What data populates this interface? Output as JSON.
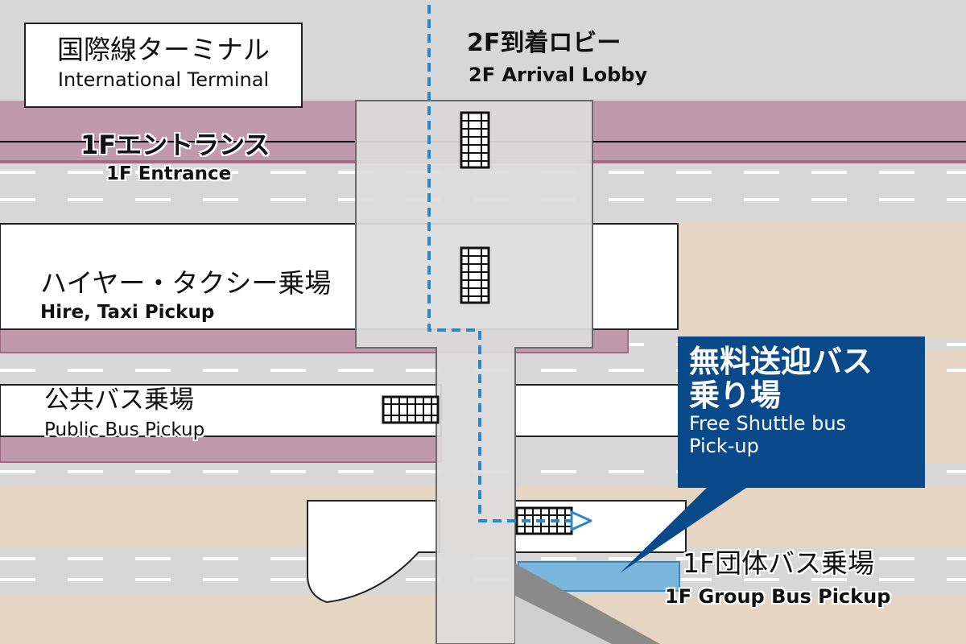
{
  "colors": {
    "road": "#d7d7d7",
    "lane_mark": "#ffffff",
    "curb_pink": "#c09aab",
    "sand": "#e5d5c2",
    "walkway": "#dcdcdc",
    "route_blue": "#2c86c7",
    "callout_bg": "#0b4a8a",
    "group_bus_zone": "#7bb6dc"
  },
  "labels": {
    "terminal_ja": "国際線ターミナル",
    "terminal_en": "International Terminal",
    "arrival_ja": "2F到着ロビー",
    "arrival_en": "2F Arrival Lobby",
    "entrance_ja": "1Fエントランス",
    "entrance_en": "1F Entrance",
    "taxi_ja": "ハイヤー・タクシー乗場",
    "taxi_en": "Hire, Taxi Pickup",
    "public_bus_ja": "公共バス乗場",
    "public_bus_en": "Public Bus Pickup",
    "group_bus_ja": "1F団体バス乗場",
    "group_bus_en": "1F Group Bus Pickup"
  },
  "callout": {
    "title_line1": "無料送迎バス",
    "title_line2": "乗り場",
    "subtitle_line1": "Free Shuttle bus",
    "subtitle_line2": "Pick-up"
  },
  "icons": {
    "stairs": "escalator-icon",
    "route": "walking-route-dashed-line",
    "arrow": "direction-arrow-icon"
  }
}
